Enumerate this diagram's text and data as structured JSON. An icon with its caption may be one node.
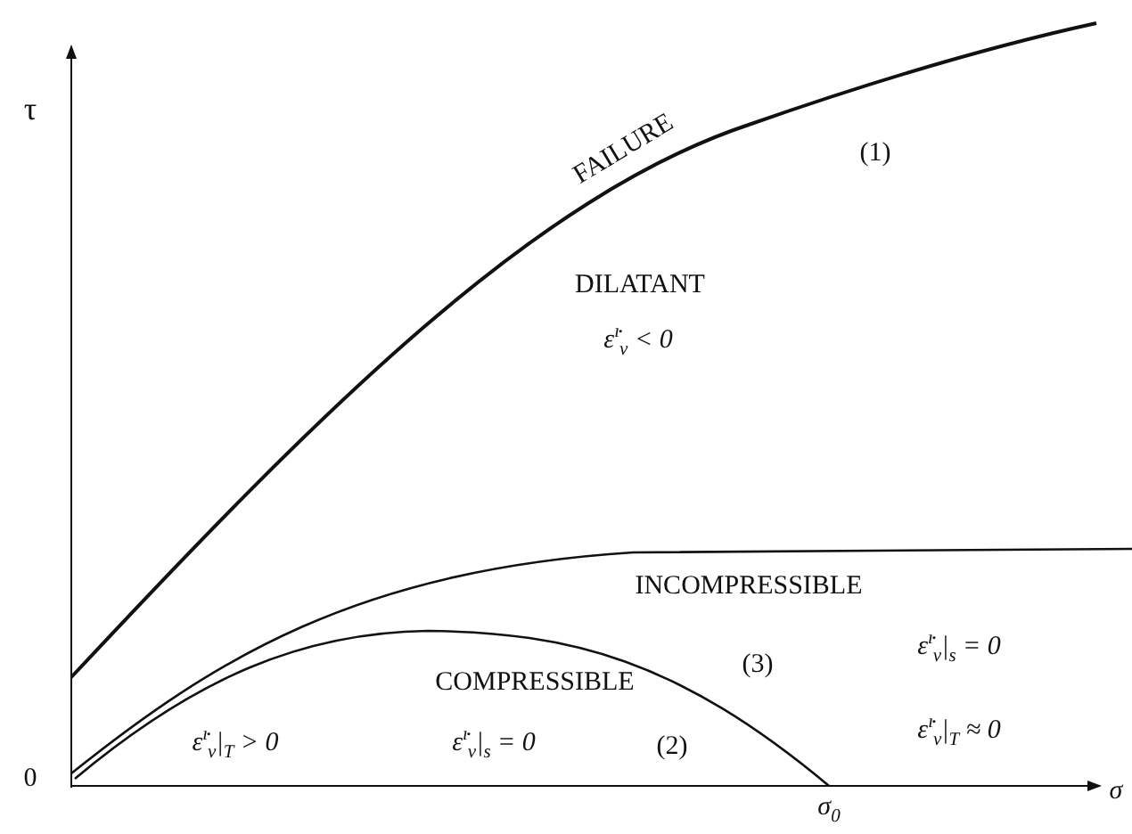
{
  "diagram": {
    "labels": [
      "τ",
      "FAILURE",
      "(1)",
      "DILATANT",
      "ε̇$^{ı}$$_{v}$ < 0",
      "INCOMPRESSIBLE",
      "(3)",
      "ε̇$^{ı}$$_{v}$|$_{s}$ = 0",
      "COMPRESSIBLE",
      "ε̇$^{ı}$$_{v}$|$_{T}$ > 0",
      "ε̇$^{ı}$$_{v}$|$_{s}$ = 0",
      "(2)",
      "ε̇$^{ı}$$_{v}$|$_{T}$ ≈ 0",
      "0",
      "σ$_{0}$",
      "σ"
    ]
  }
}
